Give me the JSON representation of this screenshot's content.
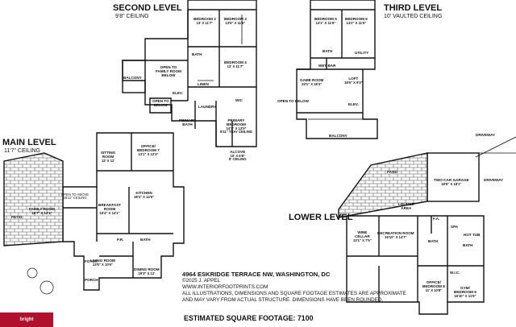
{
  "levels": {
    "second": {
      "title": "SECOND LEVEL",
      "ceiling": "9'8\" CEILING"
    },
    "third": {
      "title": "THIRD LEVEL",
      "ceiling": "10' VAULTED CEILING"
    },
    "main": {
      "title": "MAIN LEVEL",
      "ceiling": "11'7\" CEILING"
    },
    "lower": {
      "title": "LOWER LEVEL"
    }
  },
  "rooms": {
    "bedroom2": {
      "name": "BEDROOM 2",
      "dims": "13' X 11'7\""
    },
    "bedroom3": {
      "name": "BEDROOM 3",
      "dims": "13'6\" X 11'6\""
    },
    "bedroom4": {
      "name": "BEDROOM 4",
      "dims": "13' X 11'7\""
    },
    "open_family": {
      "name": "OPEN TO\nFAMILY ROOM\nBELOW"
    },
    "balcony_second": {
      "name": "BALCONY"
    },
    "primary_bedroom": {
      "name": "PRIMARY\nBEDROOM",
      "dims": "14'7\" X 13'5\"",
      "note": "8'11\" TRAY CEILING"
    },
    "alcove": {
      "name": "ALCOVE",
      "dims": "10' X 6'8\"",
      "note": "8' CEILING"
    },
    "bedroom5": {
      "name": "BEDROOM 5",
      "dims": "14'1\" X 11'6\""
    },
    "bedroom6": {
      "name": "BEDROOM 6",
      "dims": "14'2\" X 11'6\""
    },
    "game_room": {
      "name": "GAME ROOM",
      "dims": "33'1\" X 18'4\""
    },
    "loft": {
      "name": "LOFT",
      "dims": "18'6\" X 9'3\""
    },
    "open_below": {
      "name": "OPEN TO BELOW"
    },
    "balcony_third": {
      "name": "BALCONY"
    },
    "utility": {
      "name": "UTILITY"
    },
    "wet_bar": {
      "name": "WET BAR"
    },
    "sitting_room": {
      "name": "SITTING\nROOM",
      "dims": "13' X 11'"
    },
    "office7": {
      "name": "OFFICE/\nBEDROOM 7",
      "dims": "13'1\" X 12'3\""
    },
    "breakfast": {
      "name": "BREAKFAST\nROOM",
      "dims": "15'4\" X 14'1\""
    },
    "kitchen": {
      "name": "KITCHEN",
      "dims": "18'3\" X 14'6\""
    },
    "family_room": {
      "name": "FAMILY ROOM",
      "dims": "18'7\" X 14'1\""
    },
    "open_above": {
      "name": "OPEN TO ABOVE\n28'11\" CEILING"
    },
    "patio_main": {
      "name": "PATIO"
    },
    "living_room": {
      "name": "LIVING ROOM",
      "dims": "13'5\" X 10'6\""
    },
    "dining_room": {
      "name": "DINING ROOM",
      "dims": "19'3\" X 12'"
    },
    "foyer": {
      "name": "FOYER"
    },
    "porch": {
      "name": "PORCH"
    },
    "patio_lower": {
      "name": "PATIO"
    },
    "garage": {
      "name": "TWO-CAR GARAGE",
      "dims": "18'5\" X 18'1\""
    },
    "driveway_top": {
      "name": "DRIVEWAY"
    },
    "driveway_right": {
      "name": "DRIVEWAY"
    },
    "lounge": {
      "name": "LOUNGE\nAREA"
    },
    "wine_cellar": {
      "name": "WINE\nCELLAR",
      "dims": "13'1\" X 7'5\""
    },
    "recreation": {
      "name": "RECREATION ROOM",
      "dims": "15'10\" X 14'7\""
    },
    "office8": {
      "name": "OFFICE/\nBEDROOM 8",
      "dims": "11' X 10'8\""
    },
    "gym": {
      "name": "GYM/\nBEDROOM 9",
      "dims": "16'10\" X 11'9\""
    },
    "spa": {
      "name": "SPA"
    },
    "hot_tub": {
      "name": "HOT TUB"
    },
    "bath_a": {
      "name": "BATH"
    },
    "bath_b": {
      "name": "BATH"
    },
    "bath_c": {
      "name": "BATH"
    },
    "bath_d": {
      "name": "BATH"
    },
    "bath_e": {
      "name": "BATH"
    },
    "primary_bath": {
      "name": "PRIMARY\nBATH"
    },
    "wic": {
      "name": "WIC"
    },
    "linen": {
      "name": "LINEN"
    },
    "laundry": {
      "name": "LAUNDRY"
    },
    "open_to_below_small": {
      "name": "OPEN TO\nBELOW"
    },
    "elev_a": {
      "name": "ELEV."
    },
    "elev_b": {
      "name": "ELEV."
    },
    "pr": {
      "name": "P.R."
    },
    "fa": {
      "name": "F.A."
    },
    "wic2": {
      "name": "W.I.C."
    }
  },
  "info": {
    "address": "4964 ESKRIDGE TERRACE NW, WASHINGTON, DC",
    "copyright": "©2025 J. APPEL",
    "website": "WWW.INTERIORFOOTPRINTS.COM",
    "disclaimer1": "ALL ILLUSTRATIONS, DIMENSIONS AND SQUARE FOOTAGE ESTIMATES ARE APPROXIMATE",
    "disclaimer2": "AND MAY VARY FROM ACTUAL STRUCTURE. DIMENSIONS HAVE BEEN ROUNDED.",
    "sqft": "ESTIMATED SQUARE FOOTAGE: 7100"
  },
  "watermark": "bright"
}
